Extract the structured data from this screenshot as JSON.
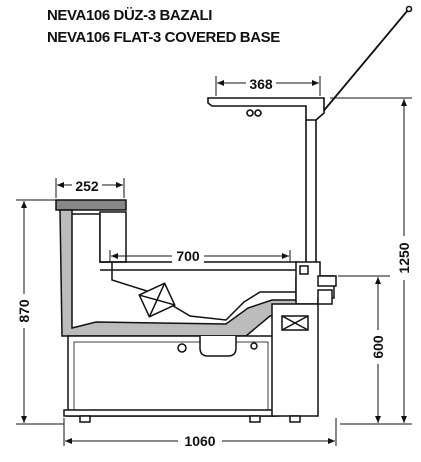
{
  "title_lines": [
    "NEVA106 DÜZ-3 BAZALI",
    "NEVA106 FLAT-3 COVERED BASE"
  ],
  "dimensions": {
    "canopy_depth": "368",
    "shelf_depth": "252",
    "display_depth": "700",
    "overall_height": "1250",
    "counter_height": "870",
    "base_height": "600",
    "overall_depth": "1060"
  },
  "colors": {
    "line": "#111111",
    "insulation": "#bcbcbc",
    "fill": "#ffffff"
  }
}
